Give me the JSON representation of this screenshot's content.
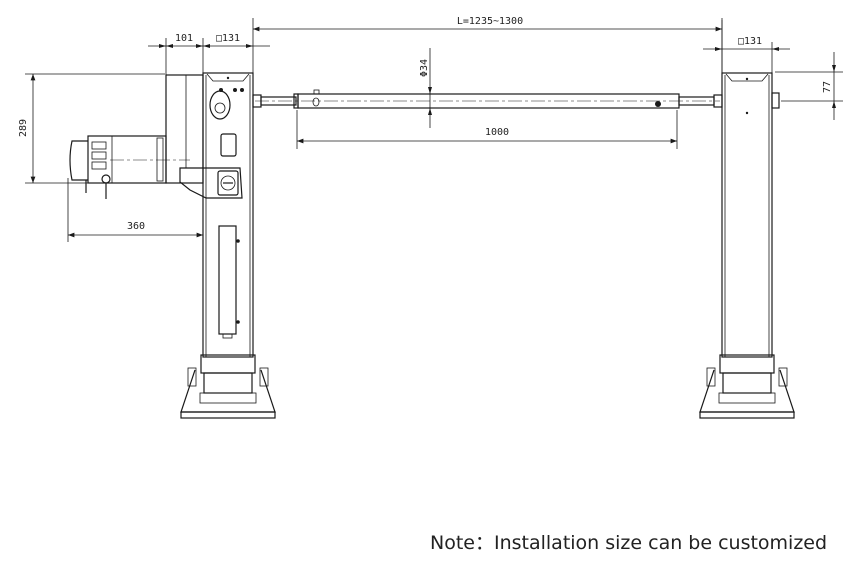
{
  "dimensions": {
    "total_length": "L=1235~1300",
    "motor_housing_width": "101",
    "left_post_section": "□131",
    "right_post_section": "□131",
    "arm_diameter": "Φ34",
    "arm_length": "1000",
    "motor_height": "289",
    "motor_reach": "360",
    "arm_height_offset": "77"
  },
  "note": "Note：Installation size can be customized",
  "colors": {
    "line": "#1a1a1a",
    "background": "#ffffff"
  }
}
